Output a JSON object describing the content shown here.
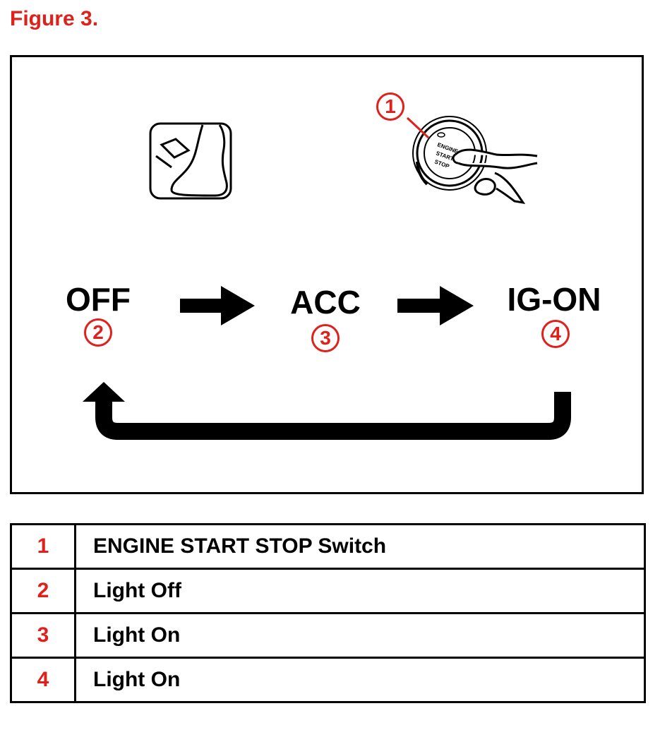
{
  "figure_title": "Figure 3.",
  "colors": {
    "accent_red": "#e0201b",
    "ink": "#000000"
  },
  "switch_button_text": [
    "ENGINE",
    "START",
    "STOP"
  ],
  "states": [
    {
      "label": "OFF",
      "callout": "2"
    },
    {
      "label": "ACC",
      "callout": "3"
    },
    {
      "label": "IG-ON",
      "callout": "4"
    }
  ],
  "switch_callout": "1",
  "icons": [
    "brake-pedal-icon",
    "start-button-press-icon",
    "right-arrow-icon",
    "return-arrow-icon"
  ],
  "legend": [
    {
      "num": "1",
      "text": "ENGINE START STOP Switch"
    },
    {
      "num": "2",
      "text": "Light Off"
    },
    {
      "num": "3",
      "text": "Light On"
    },
    {
      "num": "4",
      "text": "Light On"
    }
  ]
}
